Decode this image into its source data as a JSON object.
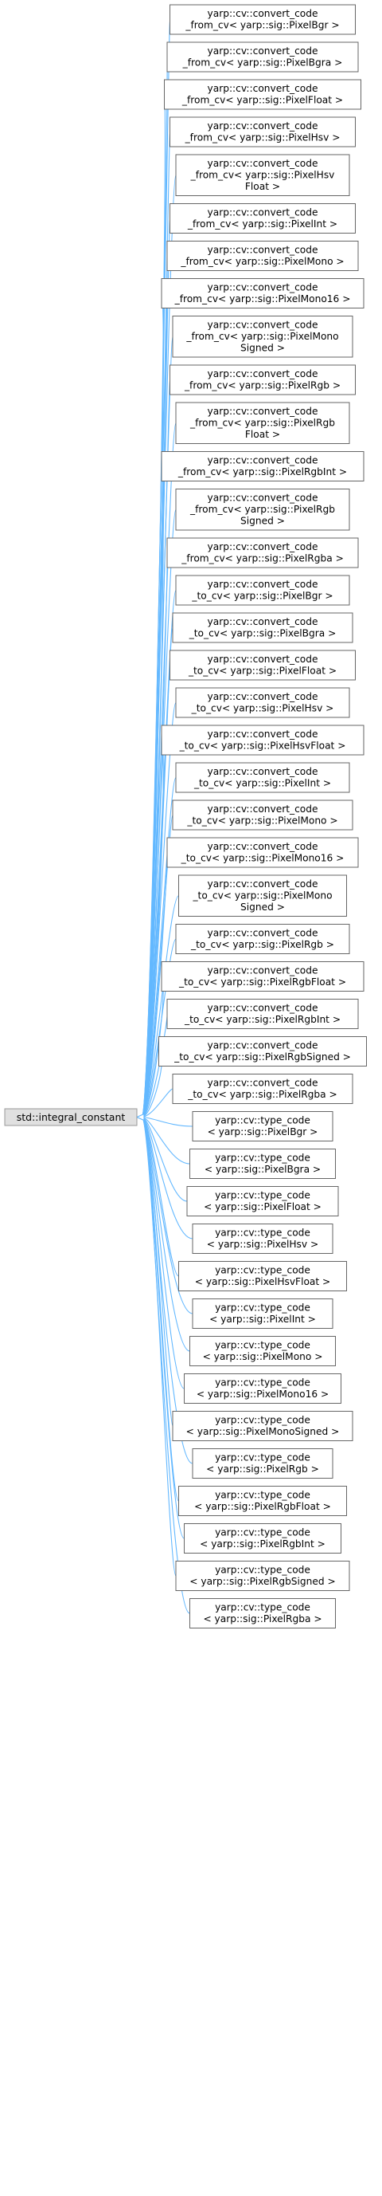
{
  "diagram": {
    "root": {
      "label": "std::integral_constant"
    },
    "children": [
      {
        "lines": [
          "yarp::cv::convert_code",
          "_from_cv< yarp::sig::PixelBgr >"
        ]
      },
      {
        "lines": [
          "yarp::cv::convert_code",
          "_from_cv< yarp::sig::PixelBgra >"
        ]
      },
      {
        "lines": [
          "yarp::cv::convert_code",
          "_from_cv< yarp::sig::PixelFloat >"
        ]
      },
      {
        "lines": [
          "yarp::cv::convert_code",
          "_from_cv< yarp::sig::PixelHsv >"
        ]
      },
      {
        "lines": [
          "yarp::cv::convert_code",
          "_from_cv< yarp::sig::PixelHsv",
          "Float >"
        ]
      },
      {
        "lines": [
          "yarp::cv::convert_code",
          "_from_cv< yarp::sig::PixelInt >"
        ]
      },
      {
        "lines": [
          "yarp::cv::convert_code",
          "_from_cv< yarp::sig::PixelMono >"
        ]
      },
      {
        "lines": [
          "yarp::cv::convert_code",
          "_from_cv< yarp::sig::PixelMono16 >"
        ]
      },
      {
        "lines": [
          "yarp::cv::convert_code",
          "_from_cv< yarp::sig::PixelMono",
          "Signed >"
        ]
      },
      {
        "lines": [
          "yarp::cv::convert_code",
          "_from_cv< yarp::sig::PixelRgb >"
        ]
      },
      {
        "lines": [
          "yarp::cv::convert_code",
          "_from_cv< yarp::sig::PixelRgb",
          "Float >"
        ]
      },
      {
        "lines": [
          "yarp::cv::convert_code",
          "_from_cv< yarp::sig::PixelRgbInt >"
        ]
      },
      {
        "lines": [
          "yarp::cv::convert_code",
          "_from_cv< yarp::sig::PixelRgb",
          "Signed >"
        ]
      },
      {
        "lines": [
          "yarp::cv::convert_code",
          "_from_cv< yarp::sig::PixelRgba >"
        ]
      },
      {
        "lines": [
          "yarp::cv::convert_code",
          "_to_cv< yarp::sig::PixelBgr >"
        ]
      },
      {
        "lines": [
          "yarp::cv::convert_code",
          "_to_cv< yarp::sig::PixelBgra >"
        ]
      },
      {
        "lines": [
          "yarp::cv::convert_code",
          "_to_cv< yarp::sig::PixelFloat >"
        ]
      },
      {
        "lines": [
          "yarp::cv::convert_code",
          "_to_cv< yarp::sig::PixelHsv >"
        ]
      },
      {
        "lines": [
          "yarp::cv::convert_code",
          "_to_cv< yarp::sig::PixelHsvFloat >"
        ]
      },
      {
        "lines": [
          "yarp::cv::convert_code",
          "_to_cv< yarp::sig::PixelInt >"
        ]
      },
      {
        "lines": [
          "yarp::cv::convert_code",
          "_to_cv< yarp::sig::PixelMono >"
        ]
      },
      {
        "lines": [
          "yarp::cv::convert_code",
          "_to_cv< yarp::sig::PixelMono16 >"
        ]
      },
      {
        "lines": [
          "yarp::cv::convert_code",
          "_to_cv< yarp::sig::PixelMono",
          "Signed >"
        ]
      },
      {
        "lines": [
          "yarp::cv::convert_code",
          "_to_cv< yarp::sig::PixelRgb >"
        ]
      },
      {
        "lines": [
          "yarp::cv::convert_code",
          "_to_cv< yarp::sig::PixelRgbFloat >"
        ]
      },
      {
        "lines": [
          "yarp::cv::convert_code",
          "_to_cv< yarp::sig::PixelRgbInt >"
        ]
      },
      {
        "lines": [
          "yarp::cv::convert_code",
          "_to_cv< yarp::sig::PixelRgbSigned >"
        ]
      },
      {
        "lines": [
          "yarp::cv::convert_code",
          "_to_cv< yarp::sig::PixelRgba >"
        ]
      },
      {
        "lines": [
          "yarp::cv::type_code",
          "< yarp::sig::PixelBgr >"
        ]
      },
      {
        "lines": [
          "yarp::cv::type_code",
          "< yarp::sig::PixelBgra >"
        ]
      },
      {
        "lines": [
          "yarp::cv::type_code",
          "< yarp::sig::PixelFloat >"
        ]
      },
      {
        "lines": [
          "yarp::cv::type_code",
          "< yarp::sig::PixelHsv >"
        ]
      },
      {
        "lines": [
          "yarp::cv::type_code",
          "< yarp::sig::PixelHsvFloat >"
        ]
      },
      {
        "lines": [
          "yarp::cv::type_code",
          "< yarp::sig::PixelInt >"
        ]
      },
      {
        "lines": [
          "yarp::cv::type_code",
          "< yarp::sig::PixelMono >"
        ]
      },
      {
        "lines": [
          "yarp::cv::type_code",
          "< yarp::sig::PixelMono16 >"
        ]
      },
      {
        "lines": [
          "yarp::cv::type_code",
          "< yarp::sig::PixelMonoSigned >"
        ]
      },
      {
        "lines": [
          "yarp::cv::type_code",
          "< yarp::sig::PixelRgb >"
        ]
      },
      {
        "lines": [
          "yarp::cv::type_code",
          "< yarp::sig::PixelRgbFloat >"
        ]
      },
      {
        "lines": [
          "yarp::cv::type_code",
          "< yarp::sig::PixelRgbInt >"
        ]
      },
      {
        "lines": [
          "yarp::cv::type_code",
          "< yarp::sig::PixelRgbSigned >"
        ]
      },
      {
        "lines": [
          "yarp::cv::type_code",
          "< yarp::sig::PixelRgba >"
        ]
      }
    ],
    "colors": {
      "edge": "#63b8ff",
      "root_fill": "#e0e0e0",
      "node_border": "#666666"
    }
  }
}
